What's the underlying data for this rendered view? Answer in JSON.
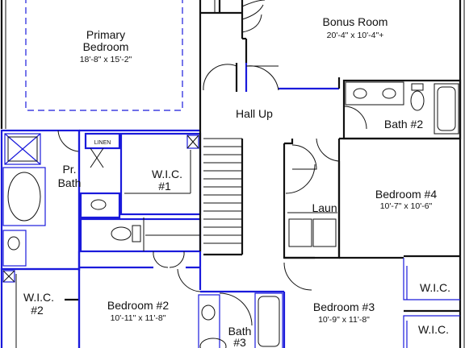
{
  "rooms": {
    "primary_bedroom": {
      "name_line1": "Primary",
      "name_line2": "Bedroom",
      "dims": "18'-8\" x 15'-2\""
    },
    "bonus_room": {
      "name": "Bonus Room",
      "dims": "20'-4\" x 10'-4\"+"
    },
    "hall_up": {
      "name": "Hall Up"
    },
    "bath2": {
      "name": "Bath #2"
    },
    "linen": {
      "name": "LINEN"
    },
    "pr_bath": {
      "name_line1": "Pr.",
      "name_line2": "Bath"
    },
    "wic1": {
      "name_line1": "W.I.C.",
      "name_line2": "#1"
    },
    "bedroom4": {
      "name": "Bedroom #4",
      "dims": "10'-7\" x 10'-6\""
    },
    "laundry": {
      "name": "Laun."
    },
    "wic2": {
      "name_line1": "W.I.C.",
      "name_line2": "#2"
    },
    "bedroom2": {
      "name": "Bedroom #2",
      "dims": "10'-11\" x 11'-8\""
    },
    "bath3": {
      "name_line1": "Bath",
      "name_line2": "#3"
    },
    "bedroom3": {
      "name": "Bedroom #3",
      "dims": "10'-9\" x 11'-8\""
    },
    "wic_b4": {
      "name": "W.I.C."
    },
    "wic_b3": {
      "name": "W.I.C."
    }
  },
  "colors": {
    "wall": "#111111",
    "highlight": "#1a1adb",
    "background": "#ffffff"
  }
}
